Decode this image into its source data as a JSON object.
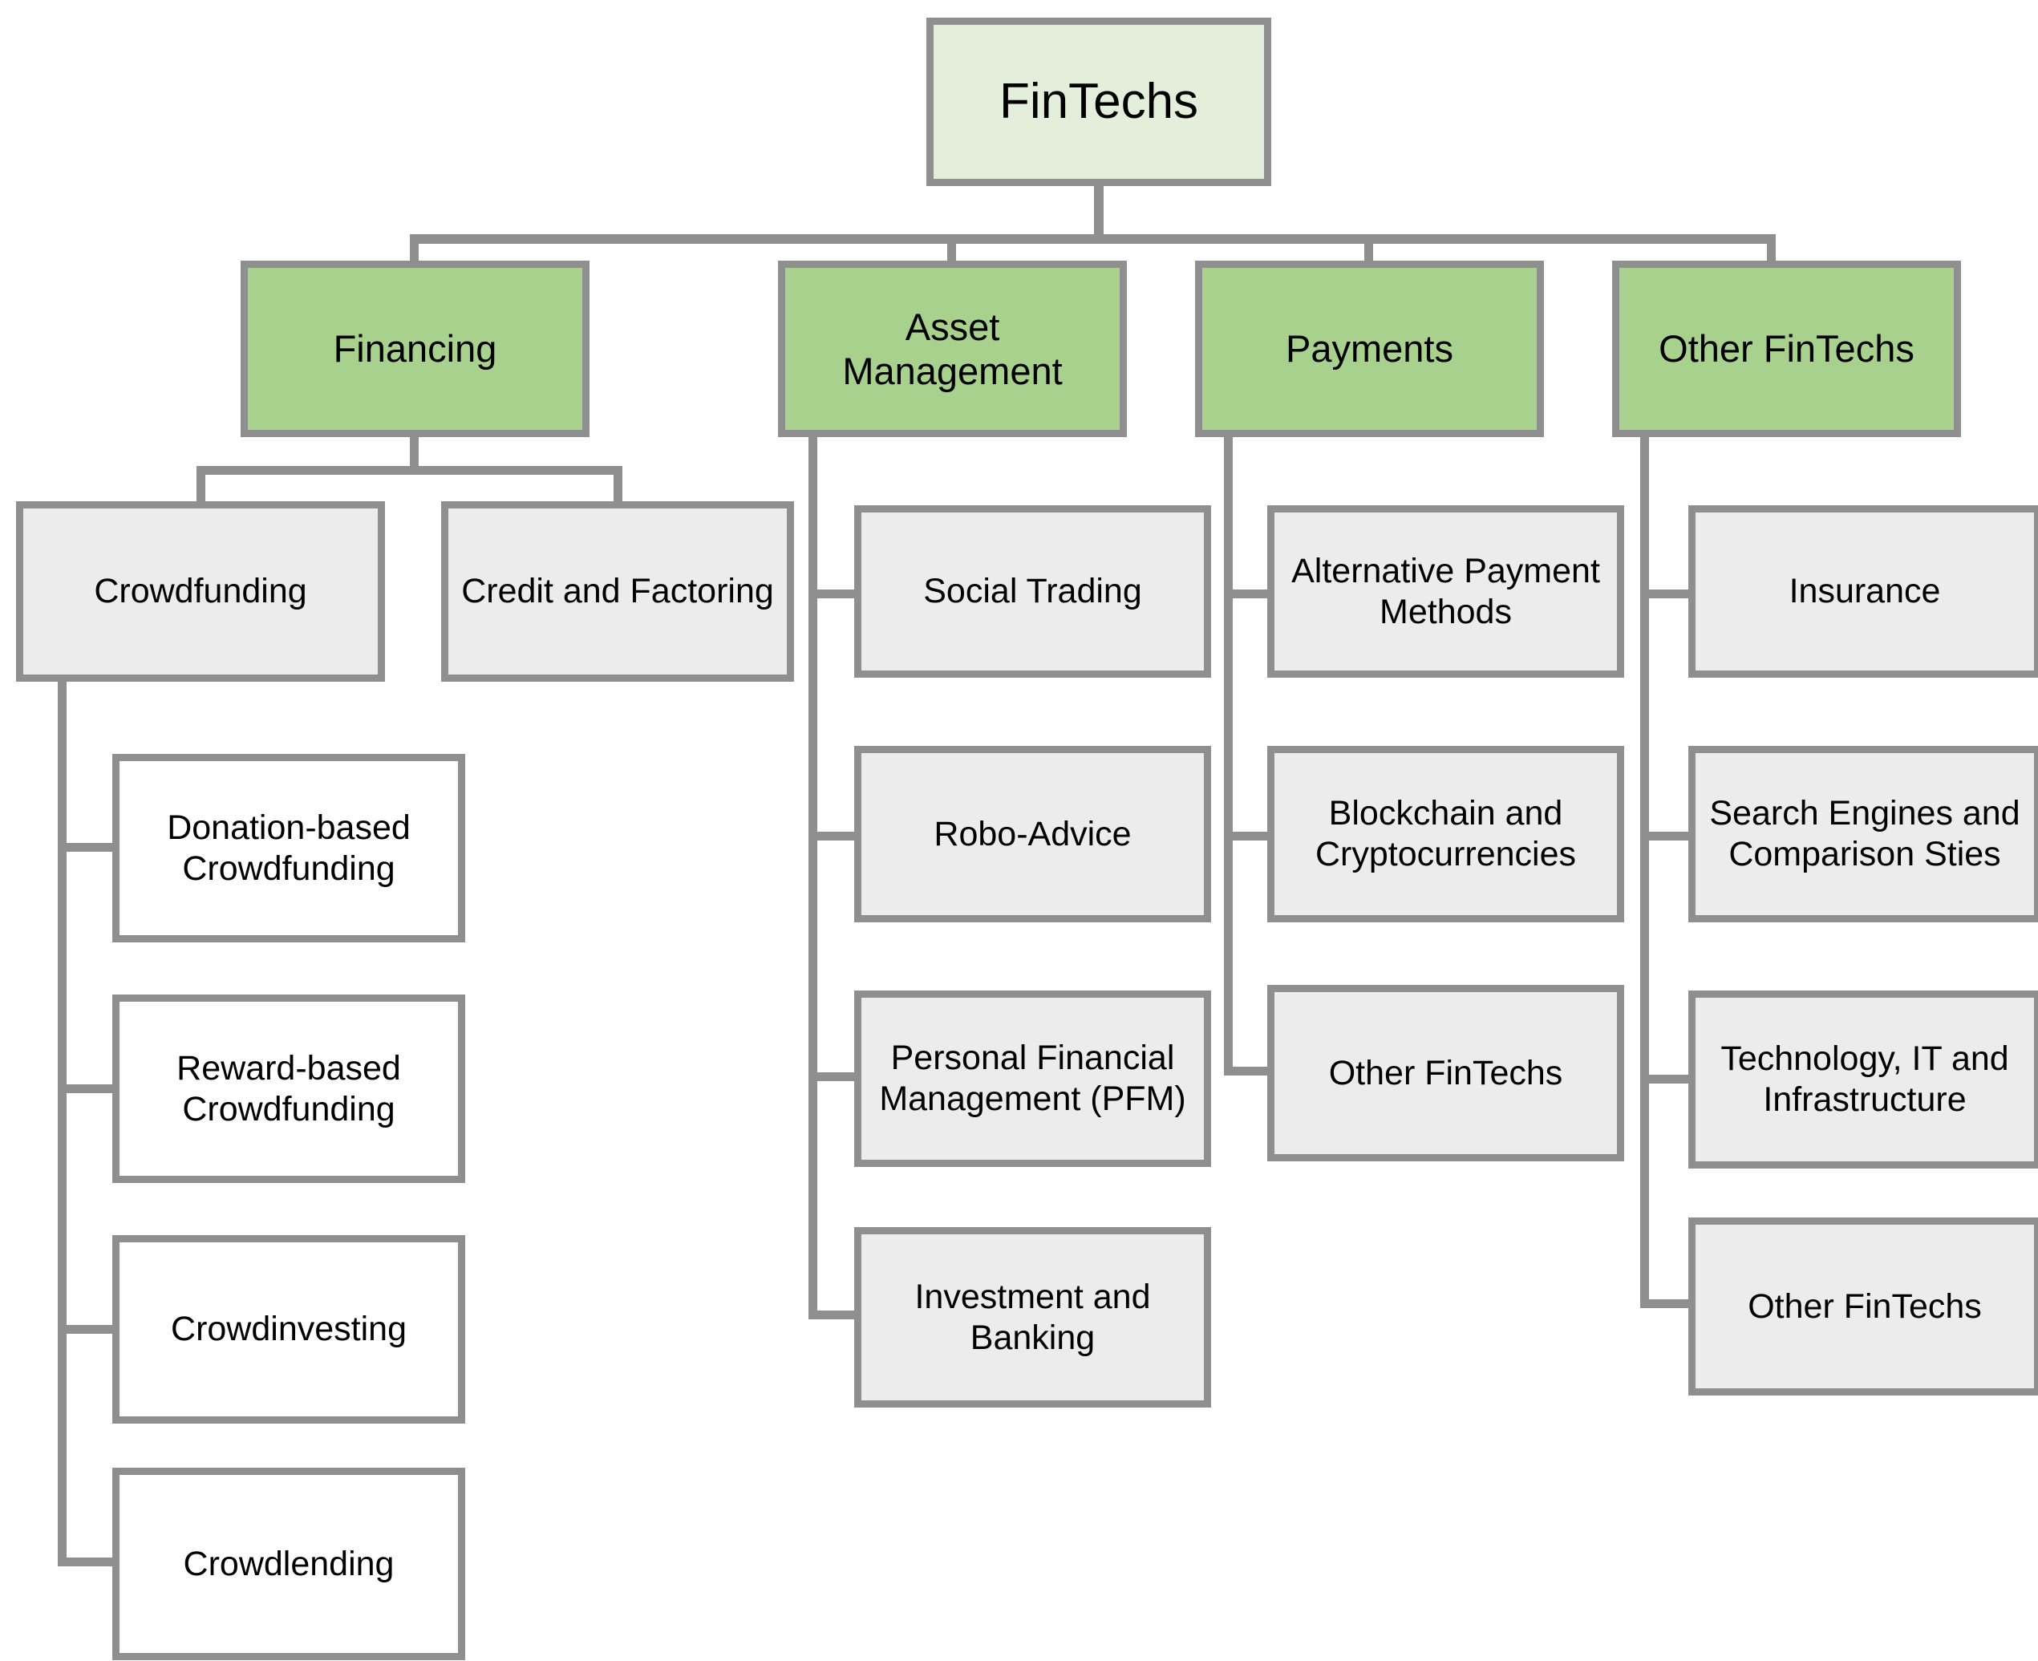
{
  "diagram": {
    "title": "FinTechs",
    "type": "hierarchical-tree",
    "colors": {
      "root_fill": "#E3EFDA",
      "category_fill": "#A9D18E",
      "subcategory_fill": "#ECECEC",
      "leaf_fill": "#FFFFFF",
      "border": "#8F8F8F",
      "text": "#000000",
      "background": "#FFFFFF"
    },
    "root": {
      "label": "FinTechs"
    },
    "categories": [
      {
        "label": "Financing",
        "children": [
          {
            "label": "Crowdfunding",
            "children": [
              {
                "label": "Donation-based Crowdfunding"
              },
              {
                "label": "Reward-based Crowdfunding"
              },
              {
                "label": "Crowdinvesting"
              },
              {
                "label": "Crowdlending"
              }
            ]
          },
          {
            "label": "Credit and Factoring",
            "children": []
          }
        ]
      },
      {
        "label": "Asset Management",
        "children": [
          {
            "label": "Social Trading"
          },
          {
            "label": "Robo-Advice"
          },
          {
            "label": "Personal Financial Management (PFM)"
          },
          {
            "label": "Investment and Banking"
          }
        ]
      },
      {
        "label": "Payments",
        "children": [
          {
            "label": "Alternative Payment Methods"
          },
          {
            "label": "Blockchain and Cryptocurrencies"
          },
          {
            "label": "Other FinTechs"
          }
        ]
      },
      {
        "label": "Other FinTechs",
        "children": [
          {
            "label": "Insurance"
          },
          {
            "label": "Search Engines and Comparison Sties"
          },
          {
            "label": "Technology, IT and Infrastructure"
          },
          {
            "label": "Other FinTechs"
          }
        ]
      }
    ]
  }
}
